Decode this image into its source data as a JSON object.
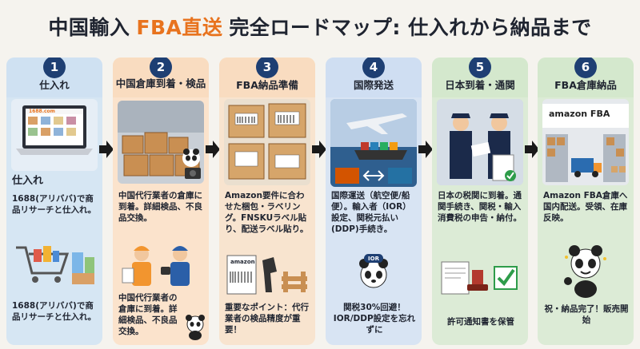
{
  "title": {
    "part1": "中国輸入",
    "accent": "FBA直送",
    "part2": "完全ロードマップ: 仕入れから納品まで"
  },
  "steps": [
    {
      "num": "1",
      "title": "仕入れ",
      "subtitle": "仕入れ",
      "desc": "1688(アリババ)で商品リサーチと仕入れ。",
      "note": "1688(アリババ)で商品リサーチと仕入れ。",
      "laptop_label": "1688.com"
    },
    {
      "num": "2",
      "title": "中国倉庫到着・検品",
      "desc": "中国代行業者の倉庫に到着。詳細検品、不良品交換。",
      "note": "中国代行業者の倉庫に到着。詳細検品、不良品交換。"
    },
    {
      "num": "3",
      "title": "FBA納品準備",
      "desc": "Amazon要件に合わせた梱包・ラベリング。FNSKUラベル貼り、配送ラベル貼り。",
      "box_label": "amazon",
      "note": "重要なポイント：代行業者の検品精度が重要！"
    },
    {
      "num": "4",
      "title": "国際発送",
      "desc": "国際運送（航空便/船便）。輸入者（IOR）設定、関税元払い(DDP)手続き。",
      "panda_tag": "IOR",
      "note": "関税30%回避！IOR/DDP設定を忘れずに"
    },
    {
      "num": "5",
      "title": "日本到着・通関",
      "desc": "日本の税関に到着。通関手続き、関税・輸入消費税の申告・納付。",
      "note": "許可通知書を保管"
    },
    {
      "num": "6",
      "title": "FBA倉庫納品",
      "desc": "Amazon FBA倉庫へ国内配送。受領、在庫反映。",
      "sign": "amazon FBA",
      "note": "祝・納品完了！販売開始"
    }
  ],
  "colors": {
    "accent": "#e8731e",
    "badge": "#1e3f73",
    "arrow": "#1a1a1a"
  }
}
